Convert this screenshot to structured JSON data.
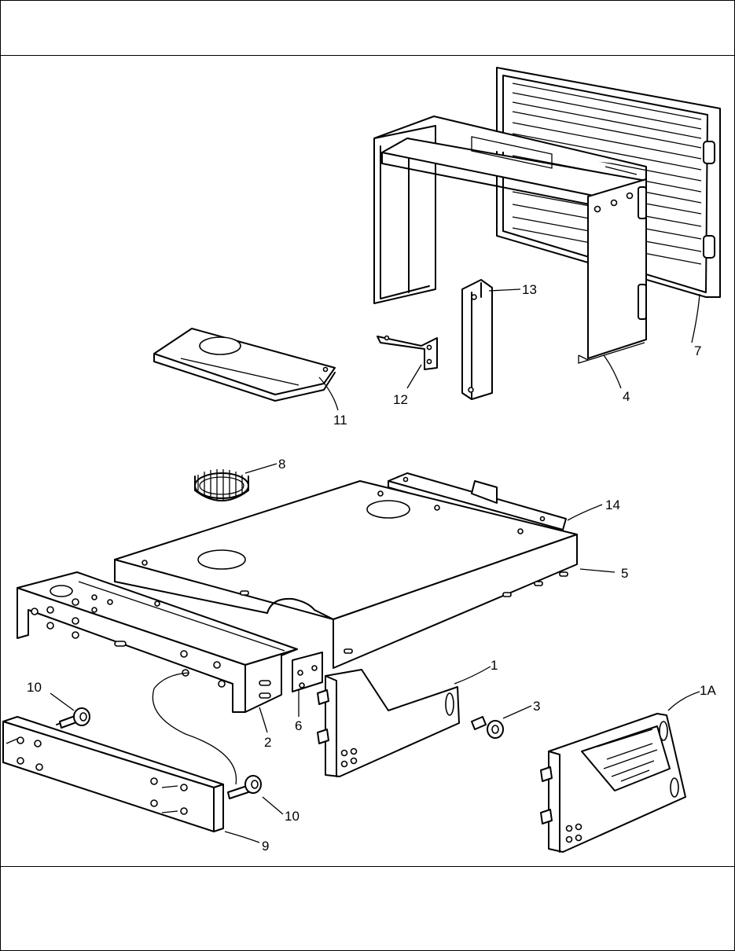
{
  "callouts": {
    "c1": "1",
    "c1a": "1A",
    "c2": "2",
    "c3": "3",
    "c4": "4",
    "c5": "5",
    "c6": "6",
    "c7": "7",
    "c8": "8",
    "c9": "9",
    "c10a": "10",
    "c10b": "10",
    "c11": "11",
    "c12": "12",
    "c13": "13",
    "c14": "14"
  }
}
